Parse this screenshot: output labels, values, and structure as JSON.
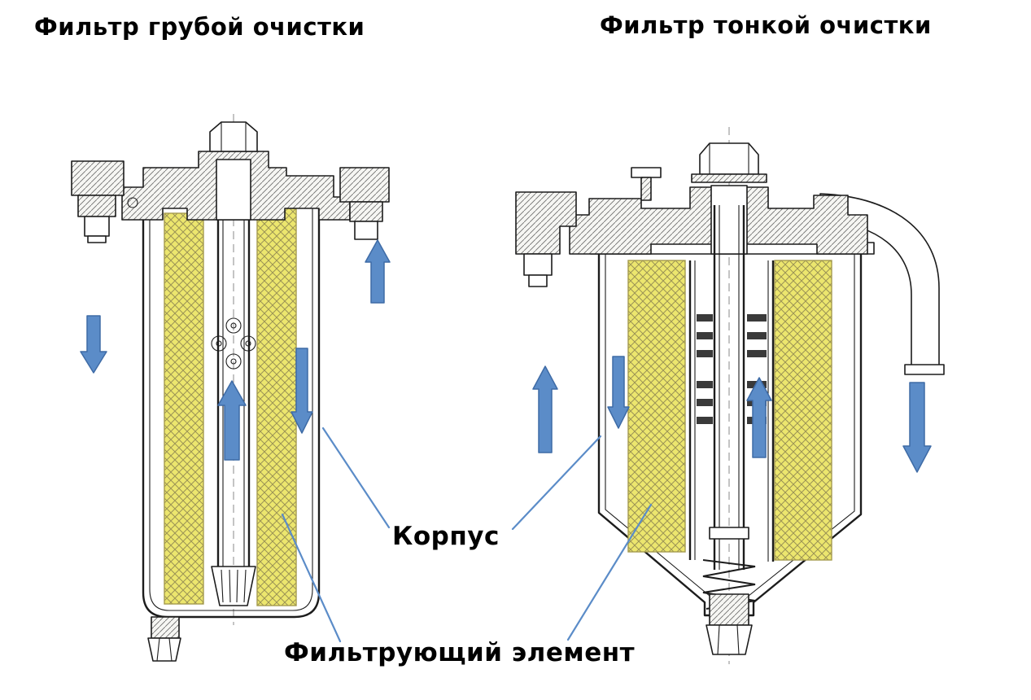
{
  "titles": {
    "coarse": "Фильтр грубой очистки",
    "fine": "Фильтр тонкой очистки"
  },
  "callouts": {
    "housing": "Корпус",
    "filter_element": "Фильтрующий элемент"
  },
  "diagrams": {
    "coarse": {
      "flow_arrows": [
        {
          "position": "outside-left",
          "direction": "down"
        },
        {
          "position": "inlet-fitting-right",
          "direction": "up"
        },
        {
          "position": "center-tube",
          "direction": "up"
        },
        {
          "position": "inner-annulus-right",
          "direction": "down"
        }
      ]
    },
    "fine": {
      "flow_arrows": [
        {
          "position": "outside-left",
          "direction": "up"
        },
        {
          "position": "inner-left",
          "direction": "down"
        },
        {
          "position": "center-tube",
          "direction": "up"
        },
        {
          "position": "outlet-pipe-right",
          "direction": "down"
        }
      ]
    }
  },
  "colors": {
    "flow_arrow": "#5b8cc8",
    "leader_line": "#5b8cc8",
    "filter_element_highlight": "#ece66e",
    "line_art": "#1c1c1c",
    "background": "#ffffff"
  }
}
